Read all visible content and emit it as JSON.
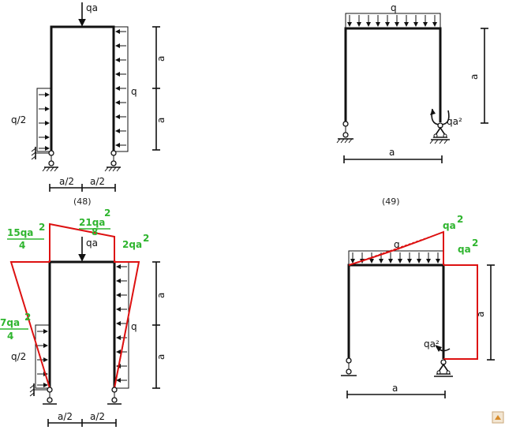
{
  "captions": {
    "fig48": "(48)",
    "fig49": "(49)"
  },
  "labels": {
    "qa_top": "qa",
    "q_right": "q",
    "q_half": "q/2",
    "a_upper": "a",
    "a_lower": "a",
    "a_half_left": "a/2",
    "a_half_right": "a/2",
    "q_uniform": "q",
    "a_vertical_49": "a",
    "a_span_49": "a",
    "moment_49": "qa²",
    "qa_top_bm": "qa",
    "q_right_bm": "q",
    "q_half_bm": "q/2",
    "a_upper_bm": "a",
    "a_lower_bm": "a",
    "a_half_left_bm": "a/2",
    "a_half_right_bm": "a/2",
    "q_uniform_bm": "q",
    "a_vertical_49_bm": "a",
    "a_span_49_bm": "a",
    "moment_49_bm": "qa²"
  },
  "moment_values": {
    "left_top_val": "15qa",
    "left_top_exp": "2",
    "left_top_den": "4",
    "mid_top_val": "21qa",
    "mid_top_exp": "2",
    "mid_top_den": "8",
    "right_top": "2qa",
    "right_top_exp": "2",
    "left_mid_val": "7qa",
    "left_mid_exp": "2",
    "left_mid_den": "4",
    "fig49_peak": "qa",
    "fig49_peak_exp": "2",
    "fig49_right": "qa",
    "fig49_right_exp": "2"
  },
  "colors": {
    "frame": "#111111",
    "moment_diagram": "#d11111",
    "moment_value_text": "#2fb52f"
  }
}
